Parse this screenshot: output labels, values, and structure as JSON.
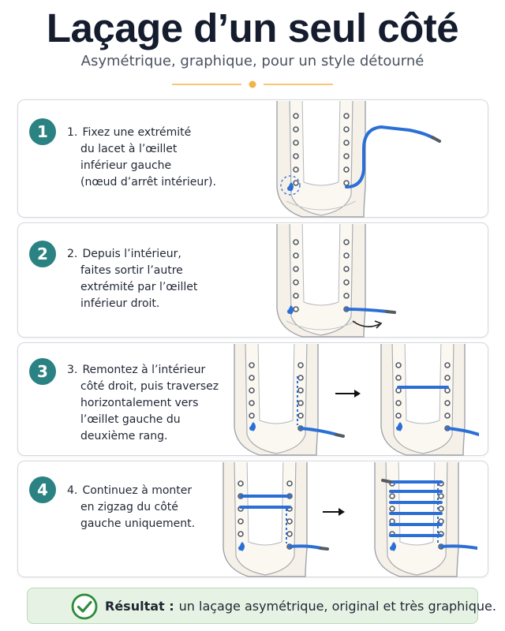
{
  "title": "Laçage d’un seul côté",
  "subtitle": "Asymétrique, graphique, pour un style détourné",
  "colors": {
    "teal": "#2b8282",
    "lace_blue": "#2b6fd6",
    "accent_gold": "#f2b449",
    "result_bg": "#e6f3e4",
    "check_green": "#2e8b3a"
  },
  "steps": [
    {
      "badge": "1",
      "number": "1.",
      "lines": [
        "Fixez une extrémité",
        "du lacet à l’œillet",
        "inférieur gauche",
        "(nœud d’arrêt intérieur)."
      ]
    },
    {
      "badge": "2",
      "number": "2.",
      "lines": [
        "Depuis l’intérieur,",
        "faites sortir l’autre",
        "extrémité par l’œillet",
        "inférieur droit."
      ]
    },
    {
      "badge": "3",
      "number": "3.",
      "lines": [
        "Remontez à l’intérieur",
        "côté droit, puis traversez",
        "horizontalement vers",
        "l’œillet gauche du",
        "deuxième rang."
      ]
    },
    {
      "badge": "4",
      "number": "4.",
      "lines": [
        "Continuez à monter",
        "en zigzag du côté",
        "gauche uniquement."
      ]
    }
  ],
  "result": {
    "label": "Résultat :",
    "text": "un laçage asymétrique, original et très graphique.",
    "icon": "check-circle-icon"
  }
}
